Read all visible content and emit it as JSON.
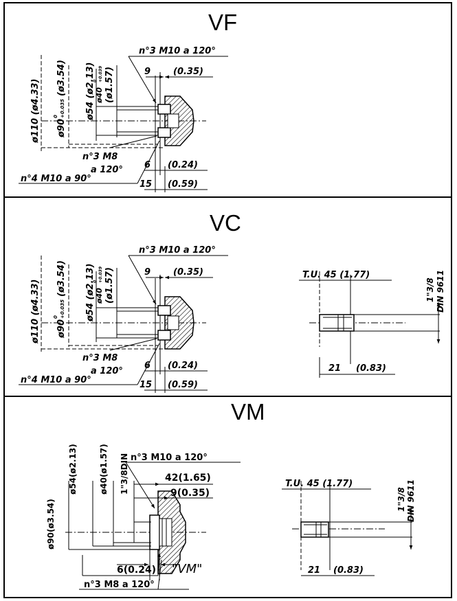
{
  "sections": {
    "vf": {
      "title": "VF",
      "thread_top": "n°3 M10 a 120°",
      "dim_9": "9",
      "dim_9_in": "(0.35)",
      "d110": "ø110 (ø4.33)",
      "d90": "ø90",
      "d90_tol": "0",
      "d90_tol2": "+0.035",
      "d90_in": "(ø3.54)",
      "d54": "ø54 (ø2.13)",
      "d40": "ø40",
      "d40_tol": "0",
      "d40_tol2": "+0.039",
      "d40_in": "(ø1.57)",
      "thread_m8_a": "n°3 M8",
      "thread_m8_b": "a 120°",
      "thread_m10_90": "n°4 M10 a 90°",
      "dim_6": "6",
      "dim_6_in": "(0.24)",
      "dim_15": "15",
      "dim_15_in": "(0.59)"
    },
    "vc": {
      "title": "VC",
      "thread_top": "n°3 M10 a 120°",
      "dim_9": "9",
      "dim_9_in": "(0.35)",
      "d110": "ø110 (ø4.33)",
      "d90": "ø90",
      "d90_tol": "0",
      "d90_tol2": "+0.035",
      "d90_in": "(ø3.54)",
      "d54": "ø54 (ø2.13)",
      "d40": "ø40",
      "d40_tol": "0",
      "d40_tol2": "+0.039",
      "d40_in": "(ø1.57)",
      "thread_m8_a": "n°3 M8",
      "thread_m8_b": "a 120°",
      "thread_m10_90": "n°4 M10 a 90°",
      "dim_6": "6",
      "dim_6_in": "(0.24)",
      "dim_15": "15",
      "dim_15_in": "(0.59)",
      "shaft_tu": "T.U. 45 (1.77)",
      "shaft_spline_a": "1\"3/8",
      "shaft_spline_b": "DIN 9611",
      "shaft_21": "21",
      "shaft_21_in": "(0.83)"
    },
    "vm": {
      "title": "VM",
      "thread_top": "n°3 M10 a 120°",
      "dim_42": "42(1.65)",
      "dim_9": "9(0.35)",
      "d90": "ø90(ø3.54)",
      "d54": "ø54(ø2.13)",
      "d40": "ø40(ø1.57)",
      "spline": "1\"3/8DIN",
      "dim_6": "6(0.24)",
      "vm_label": "\"VM\"",
      "thread_m8": "n°3 M8 a 120°",
      "shaft_tu": "T.U. 45 (1.77)",
      "shaft_spline_a": "1\"3/8",
      "shaft_spline_b": "DIN 9611",
      "shaft_21": "21",
      "shaft_21_in": "(0.83)"
    }
  }
}
